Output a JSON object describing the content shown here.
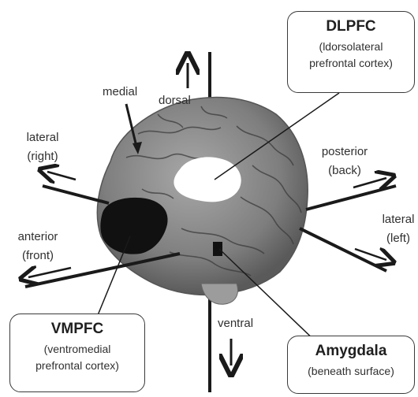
{
  "directions": {
    "medial": "medial",
    "dorsal": "dorsal",
    "lateral_right": [
      "lateral",
      "(right)"
    ],
    "posterior": [
      "posterior",
      "(back)"
    ],
    "lateral_left": [
      "lateral",
      "(left)"
    ],
    "anterior": [
      "anterior",
      "(front)"
    ],
    "ventral": "ventral"
  },
  "regions": {
    "dlpfc": {
      "title": "DLPFC",
      "line1": "(ldorsolateral",
      "line2": "prefrontal cortex)"
    },
    "vmpfc": {
      "title": "VMPFC",
      "line1": "(ventromedial",
      "line2": "prefrontal cortex)"
    },
    "amygdala": {
      "title": "Amygdala",
      "line1": "(beneath surface)"
    }
  },
  "colors": {
    "brain": "#8a8a8a",
    "vmpfc_fill": "#111111",
    "dlpfc_fill": "#ffffff",
    "axes": "#1a1a1a"
  }
}
